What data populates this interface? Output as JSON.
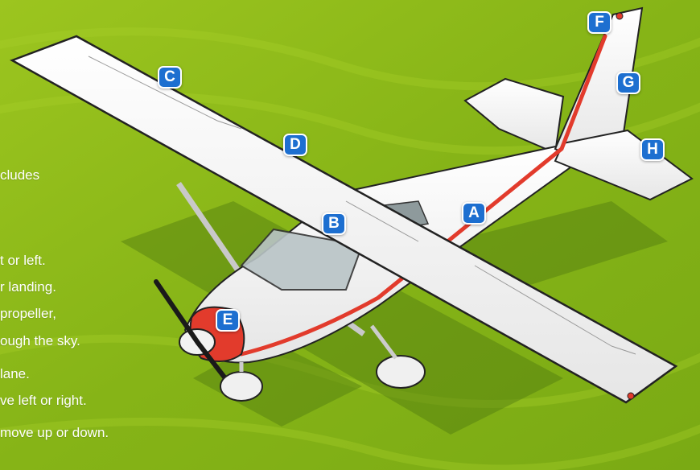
{
  "captions": [
    "cludes",
    "t or left.",
    "r landing.",
    "propeller,",
    "ough the sky.",
    "lane.",
    "ve left or right.",
    "move up or down."
  ],
  "labels": [
    "A",
    "B",
    "C",
    "D",
    "E",
    "F",
    "G",
    "H"
  ],
  "colors": {
    "background": "#8ab81a",
    "badge": "#1d6fd0",
    "stripe": "#e23b2c",
    "airframe": "#ffffff"
  }
}
